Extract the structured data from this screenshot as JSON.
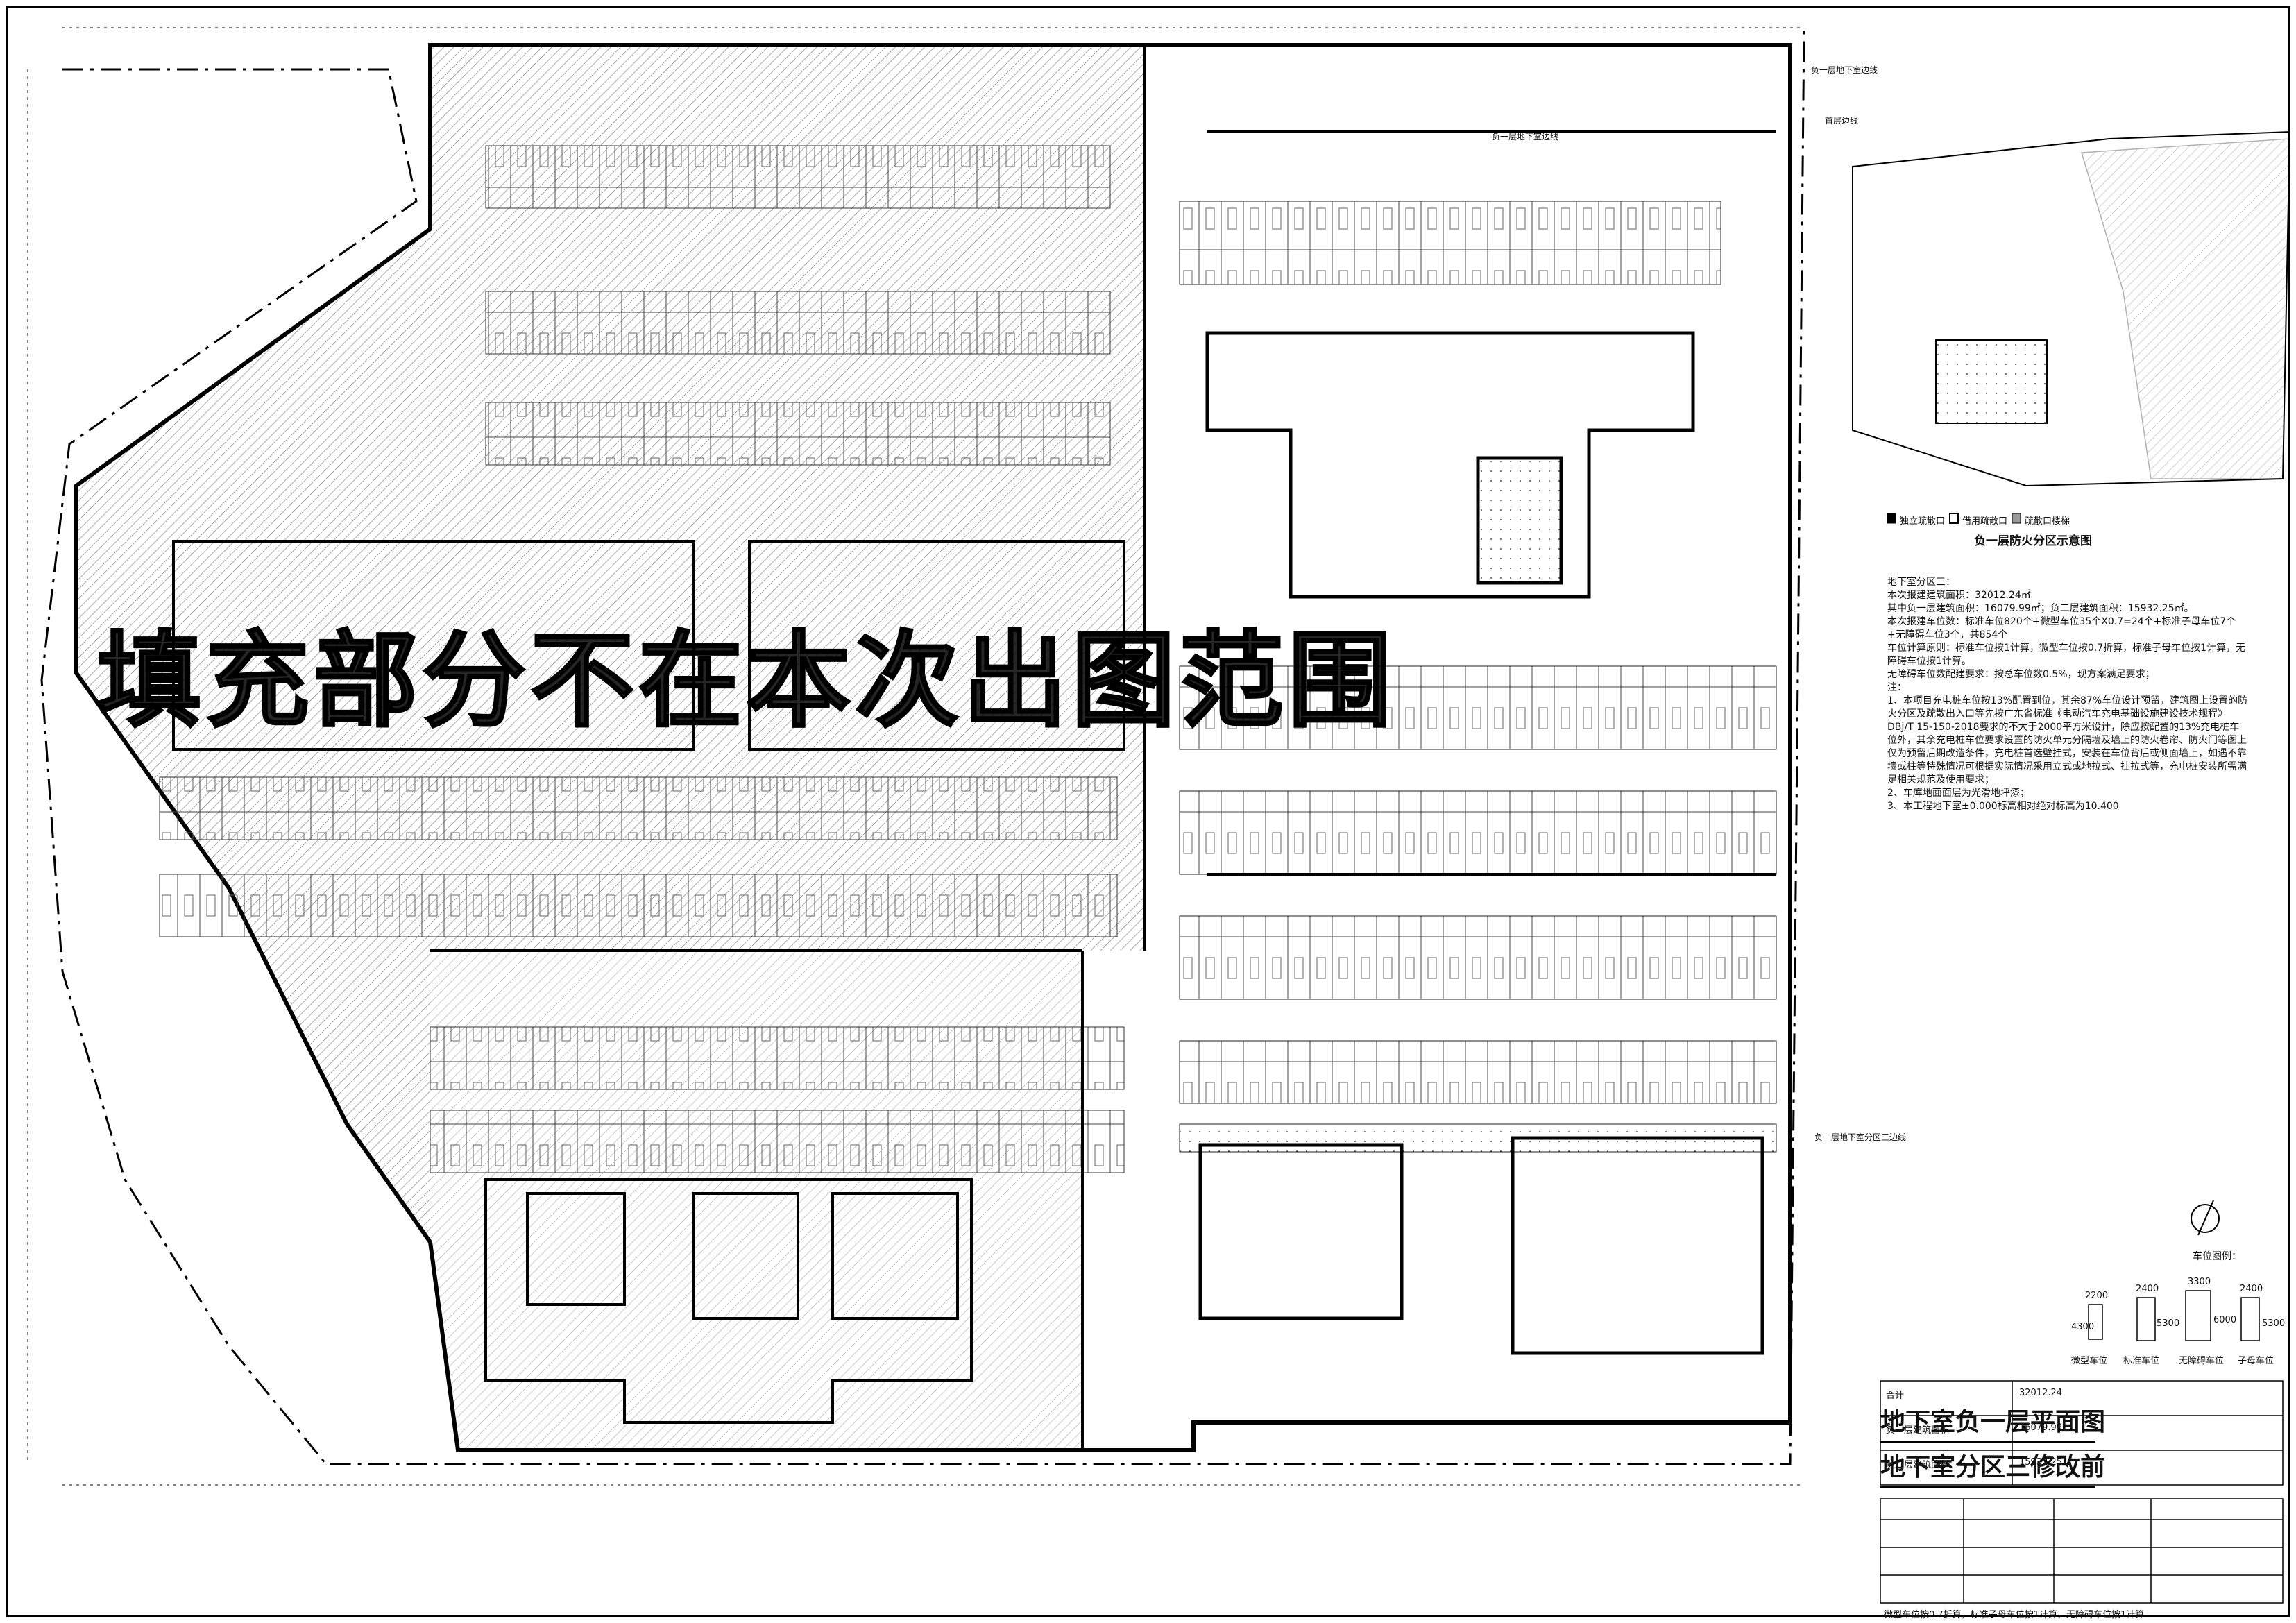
{
  "drawing": {
    "watermark": "填充部分不在本次出图范围",
    "title_main": "地下室负一层平面图",
    "title_sub": "地下室分区三修改前"
  },
  "fire_zone_diagram": {
    "title": "负一层防火分区示意图",
    "legend": [
      {
        "label": "独立疏散口"
      },
      {
        "label": "借用疏散口"
      },
      {
        "label": "疏散口楼梯"
      }
    ]
  },
  "notes": {
    "heading": "地下室分区三：",
    "lines": [
      "本次报建建筑面积：32012.24㎡",
      "其中负一层建筑面积：16079.99㎡；负二层建筑面积：15932.25㎡。",
      "本次报建车位数：标准车位820个+微型车位35个X0.7=24个+标准子母车位7个+无障碍车位3个，共854个",
      "车位计算原则：标准车位按1计算，微型车位按0.7折算，标准子母车位按1计算，无障碍车位按1计算。",
      "无障碍车位数配建要求：按总车位数0.5%，现方案满足要求；",
      "注：",
      "1、本项目充电桩车位按13%配置到位，其余87%车位设计预留，建筑图上设置的防火分区及疏散出入口等先按广东省标准《电动汽车充电基础设施建设技术规程》DBJ/T 15-150-2018要求的不大于2000平方米设计，除应按配置的13%充电桩车位外，其余充电桩车位要求设置的防火单元分隔墙及墙上的防火卷帘、防火门等图上仅为预留后期改造条件，充电桩首选壁挂式，安装在车位背后或侧面墙上，如遇不靠墙或柱等特殊情况可根据实际情况采用立式或地拉式、挂拉式等，充电桩安装所需满足相关规范及使用要求；",
      "2、车库地面面层为光滑地坪漆；",
      "3、本工程地下室±0.000标高相对绝对标高为10.400"
    ]
  },
  "callouts": [
    {
      "text": "负一层地下室边线"
    },
    {
      "text": "首层边线"
    },
    {
      "text": "负一层地下室边线"
    },
    {
      "text": "负一层地下室分区三边线"
    }
  ],
  "stall_legend": {
    "title": "车位图例：",
    "types": [
      {
        "label": "微型车位",
        "dims": [
          "2200",
          "4300"
        ]
      },
      {
        "label": "标准车位",
        "dims": [
          "2400",
          "5300"
        ]
      },
      {
        "label": "无障碍车位",
        "dims": [
          "3300",
          "6000"
        ]
      },
      {
        "label": "子母车位",
        "dims": [
          "2400",
          "5300"
        ]
      }
    ]
  },
  "area_summary": {
    "rows": [
      {
        "label": "负一层建筑面积",
        "value": "16079.99"
      },
      {
        "label": "负二层建筑面积",
        "value": "15932.25"
      },
      {
        "label": "合计",
        "value": "32012.24"
      }
    ]
  },
  "stats_footer": "微型车位按0.7折算，标准子母车位按1计算，无障碍车位按1计算"
}
